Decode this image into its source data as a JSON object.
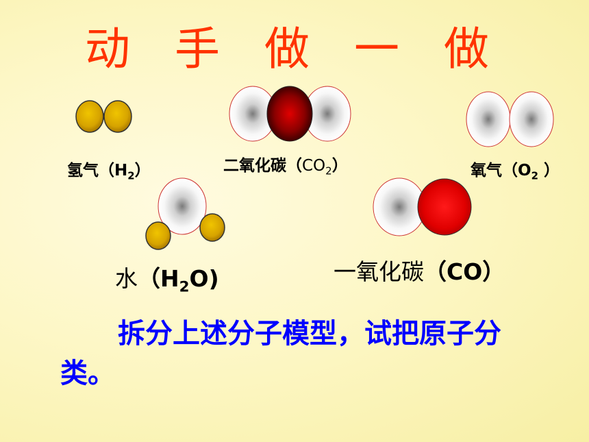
{
  "title": "动 手 做 一 做",
  "molecules": {
    "h2": {
      "name": "氢气",
      "formula_main": "H",
      "formula_sub": "2"
    },
    "co2": {
      "name": "二氧化碳",
      "formula_main": "CO",
      "formula_sub": "2"
    },
    "o2": {
      "name": "氧气",
      "formula_main": "O",
      "formula_sub": "2"
    },
    "h2o": {
      "name": "水",
      "formula_pre": "H",
      "formula_sub": "2",
      "formula_post": "O"
    },
    "co": {
      "name": "一氧化碳",
      "formula_main": "CO"
    }
  },
  "instruction": "拆分上述分子模型，试把原子分类。",
  "colors": {
    "title": "#ff3300",
    "instruction": "#0000ff",
    "hydrogen": "#d9a800",
    "carbon_dark": "#7a0000",
    "carbon_red": "#e00000",
    "oxygen_rim": "#cc3333"
  }
}
